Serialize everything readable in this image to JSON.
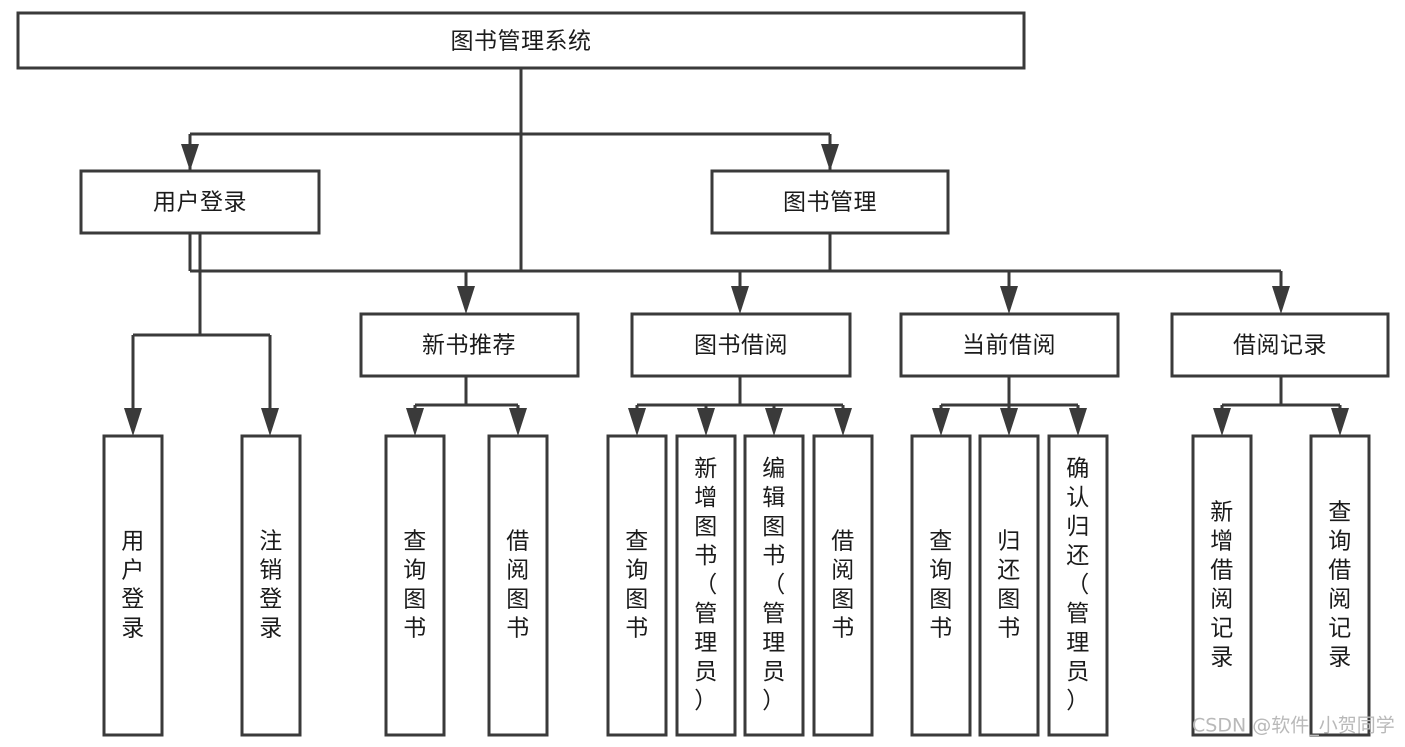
{
  "diagram": {
    "title": "图书管理系统",
    "type": "function-structure-tree",
    "background_color": "#ffffff",
    "box_stroke_color": "#3a3a3a",
    "box_fill_color": "#ffffff",
    "text_color": "#1b1b1b",
    "watermark": "CSDN @软件_小贺同学",
    "watermark_color": "#b9b9b9"
  },
  "nodes": {
    "root": {
      "label": "图书管理系统",
      "level": 1,
      "orientation": "horizontal"
    },
    "l2": [
      {
        "id": "user-login",
        "label": "用户登录",
        "level": 2,
        "orientation": "horizontal"
      },
      {
        "id": "book-management",
        "label": "图书管理",
        "level": 2,
        "orientation": "horizontal"
      }
    ],
    "l3": [
      {
        "id": "new-book-recommend",
        "label": "新书推荐",
        "level": 3,
        "orientation": "horizontal"
      },
      {
        "id": "book-borrow",
        "label": "图书借阅",
        "level": 3,
        "orientation": "horizontal"
      },
      {
        "id": "current-borrow",
        "label": "当前借阅",
        "level": 3,
        "orientation": "horizontal"
      },
      {
        "id": "borrow-record",
        "label": "借阅记录",
        "level": 3,
        "orientation": "horizontal"
      }
    ],
    "l4": [
      {
        "id": "leaf-user-login",
        "label": "用户登录",
        "parent": "user-login",
        "orientation": "vertical"
      },
      {
        "id": "leaf-logout-login",
        "label": "注销登录",
        "parent": "user-login",
        "orientation": "vertical"
      },
      {
        "id": "leaf-query-book-1",
        "label": "查询图书",
        "parent": "new-book-recommend",
        "orientation": "vertical"
      },
      {
        "id": "leaf-borrow-book-1",
        "label": "借阅图书",
        "parent": "new-book-recommend",
        "orientation": "vertical"
      },
      {
        "id": "leaf-query-book-2",
        "label": "查询图书",
        "parent": "book-borrow",
        "orientation": "vertical"
      },
      {
        "id": "leaf-add-book",
        "label": "新增图书（管理员）",
        "parent": "book-borrow",
        "orientation": "vertical"
      },
      {
        "id": "leaf-edit-book",
        "label": "编辑图书（管理员）",
        "parent": "book-borrow",
        "orientation": "vertical"
      },
      {
        "id": "leaf-borrow-book-2",
        "label": "借阅图书",
        "parent": "book-borrow",
        "orientation": "vertical"
      },
      {
        "id": "leaf-query-book-3",
        "label": "查询图书",
        "parent": "current-borrow",
        "orientation": "vertical"
      },
      {
        "id": "leaf-return-book",
        "label": "归还图书",
        "parent": "current-borrow",
        "orientation": "vertical"
      },
      {
        "id": "leaf-confirm-return",
        "label": "确认归还（管理员）",
        "parent": "current-borrow",
        "orientation": "vertical"
      },
      {
        "id": "leaf-add-record",
        "label": "新增借阅记录",
        "parent": "borrow-record",
        "orientation": "vertical"
      },
      {
        "id": "leaf-query-record",
        "label": "查询借阅记录",
        "parent": "borrow-record",
        "orientation": "vertical"
      }
    ]
  }
}
